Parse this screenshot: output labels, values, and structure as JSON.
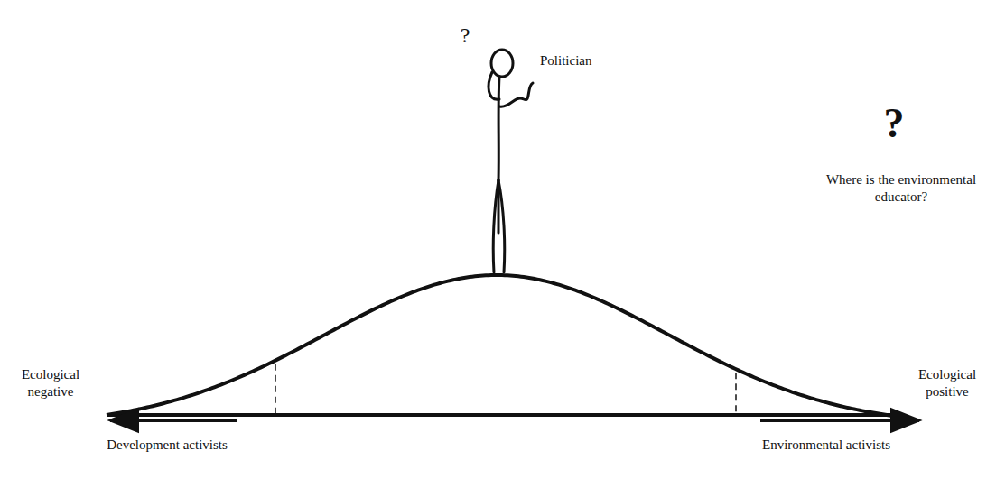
{
  "diagram": {
    "labels": [
      "?",
      "Politician",
      "?",
      "Where is the environmental educator?",
      "Ecological negative",
      "Ecological positive",
      "Development activists",
      "Environmental activists"
    ]
  }
}
